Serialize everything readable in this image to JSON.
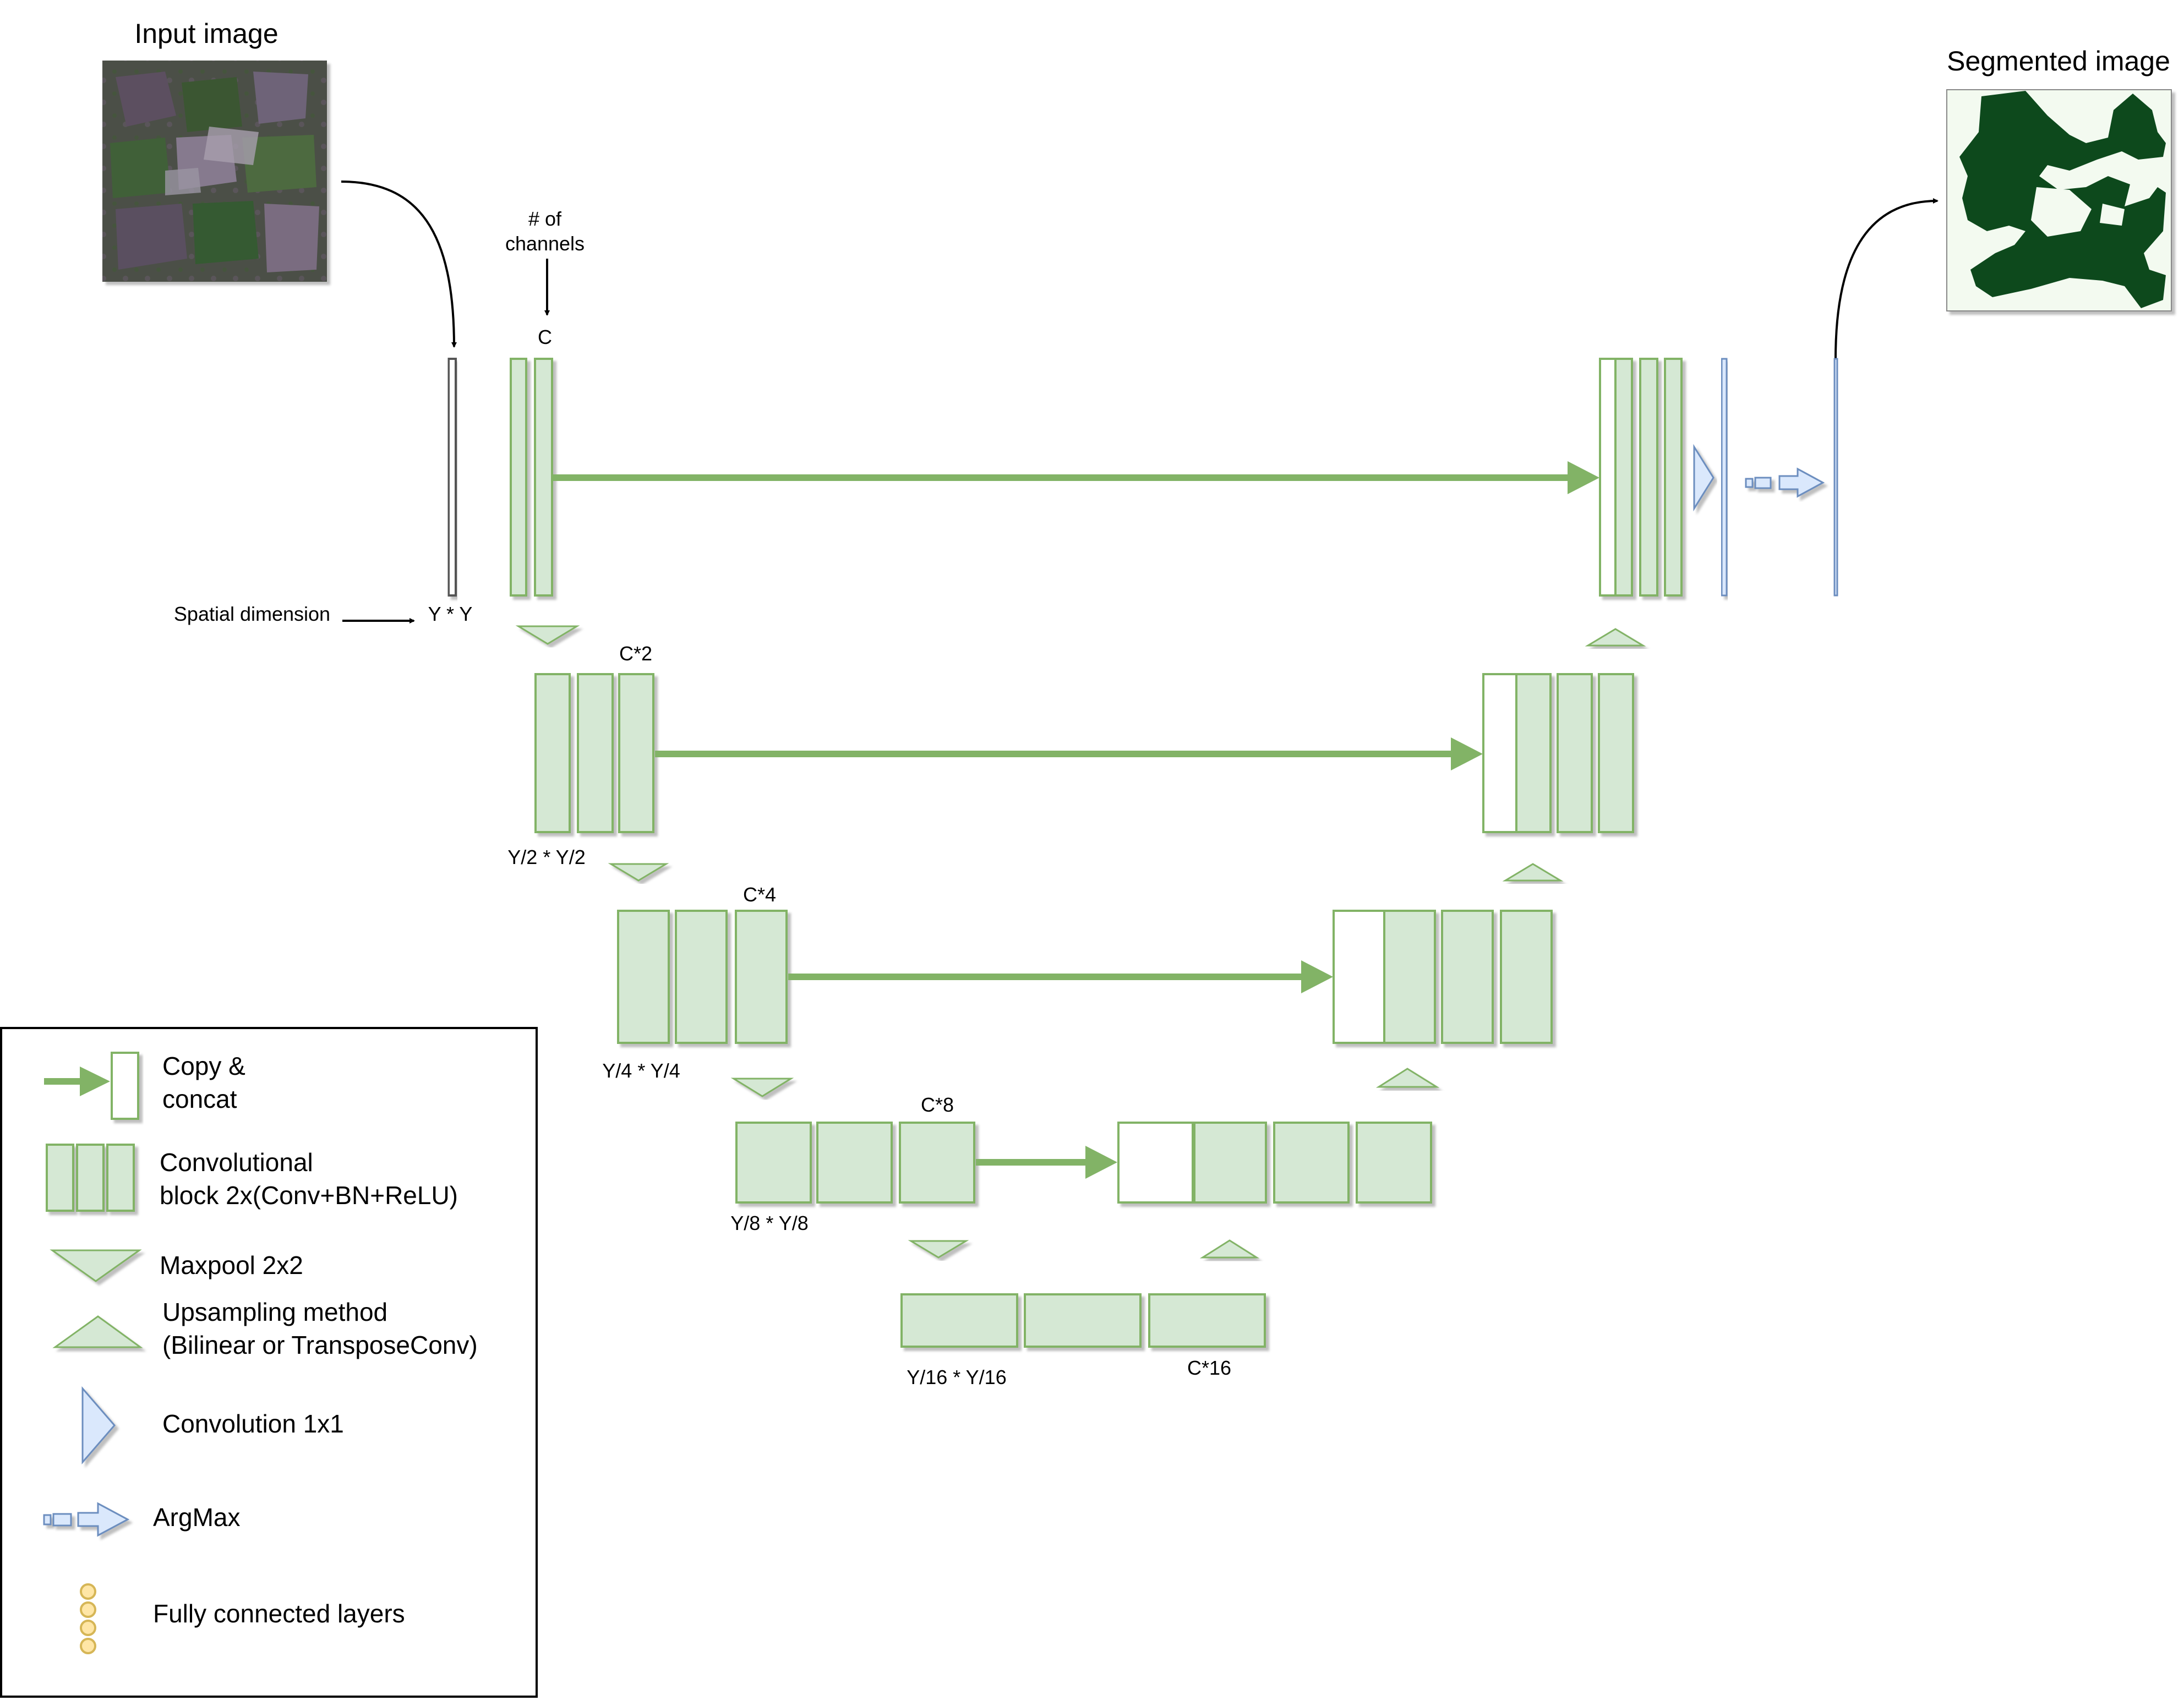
{
  "colors": {
    "block_fill": "#d5e8d4",
    "block_stroke": "#82b366",
    "arrow_green": "#82b366",
    "conv1x1_fill": "#dae8fc",
    "conv1x1_stroke": "#6c8ebf",
    "fc_fill": "#ffe6a6",
    "fc_stroke": "#d6b656",
    "segment_dark": "#0a4a1f",
    "segment_light": "#f3faf0"
  },
  "titles": {
    "input_image": "Input image",
    "segmented_image": "Segmented image"
  },
  "annotations": {
    "num_channels_line1": "# of",
    "num_channels_line2": "channels",
    "spatial_dimension": "Spatial dimension"
  },
  "channel_labels": {
    "c1": "C",
    "c2": "C*2",
    "c4": "C*4",
    "c8": "C*8",
    "c16": "C*16"
  },
  "size_labels": {
    "s1": "Y * Y",
    "s2": "Y/2 * Y/2",
    "s4": "Y/4 * Y/4",
    "s8": "Y/8 * Y/8",
    "s16": "Y/16 * Y/16"
  },
  "legend": {
    "copy_concat_line1": "Copy &",
    "copy_concat_line2": "concat",
    "conv_block_line1": "Convolutional",
    "conv_block_line2": "block 2x(Conv+BN+ReLU)",
    "maxpool": "Maxpool 2x2",
    "upsampling_line1": "Upsampling method",
    "upsampling_line2": "(Bilinear or TransposeConv)",
    "conv1x1": "Convolution 1x1",
    "argmax": "ArgMax",
    "fully_connected": "Fully connected layers"
  }
}
